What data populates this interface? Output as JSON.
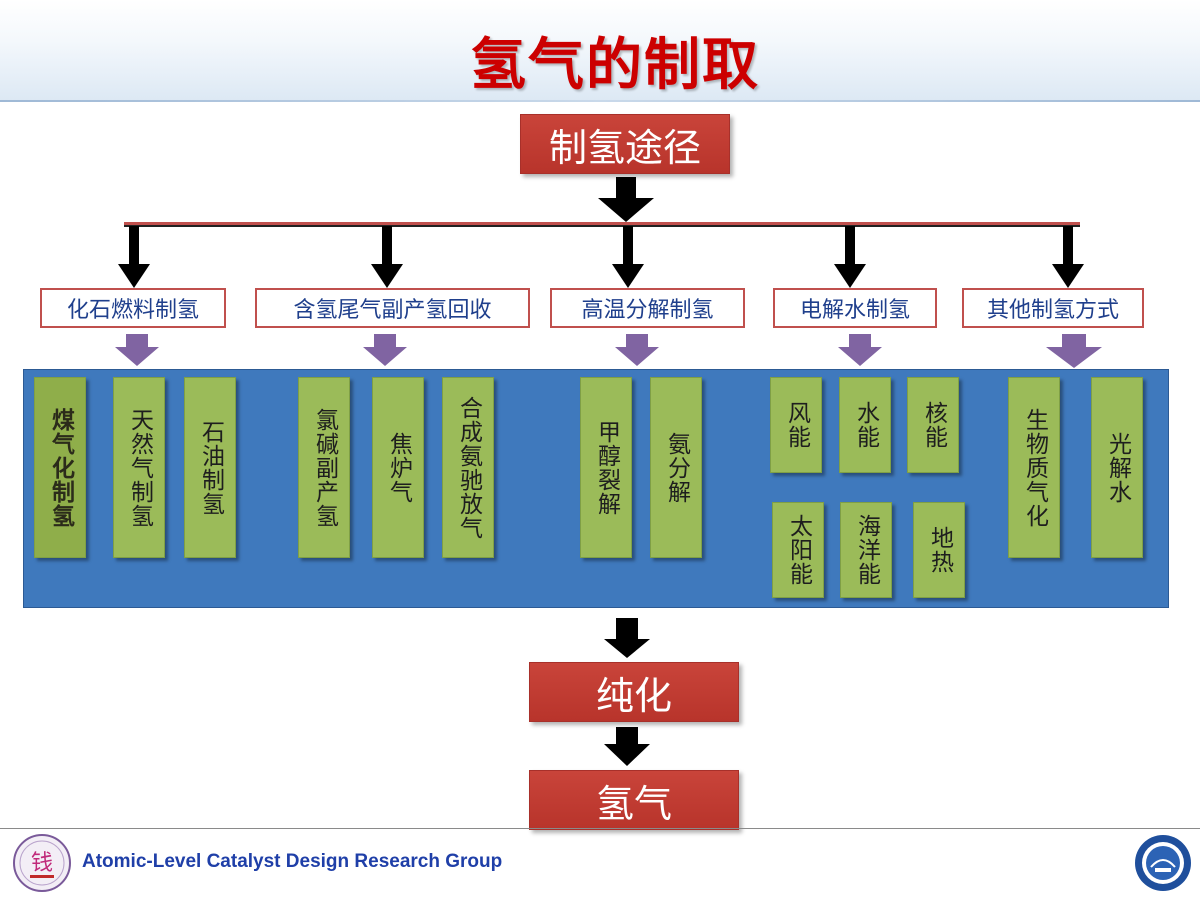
{
  "title": "氢气的制取",
  "root": "制氢途径",
  "categories": [
    "化石燃料制氢",
    "含氢尾气副产氢回收",
    "高温分解制氢",
    "电解水制氢",
    "其他制氢方式"
  ],
  "leaves": {
    "fossil": [
      "煤气化制氢",
      "天然气制氢",
      "石油制氢"
    ],
    "tailgas": [
      "氯碱副产氢",
      "焦炉气",
      "合成氨驰放气"
    ],
    "pyrolysis": [
      "甲醇裂解",
      "氨分解"
    ],
    "electrolysis": [
      "风能",
      "水能",
      "核能",
      "太阳能",
      "海洋能",
      "地热"
    ],
    "other": [
      "生物质气化",
      "光解水"
    ]
  },
  "purify": "纯化",
  "hydrogen": "氢气",
  "footer": {
    "group_name": "Atomic-Level Catalyst Design Research Group"
  },
  "colors": {
    "title": "#cc0000",
    "red_box": "#c0392f",
    "panel": "#3f79bd",
    "leaf": "#9bbb59",
    "category_text": "#1f3f8c",
    "purple_arrow": "#8064a2"
  }
}
